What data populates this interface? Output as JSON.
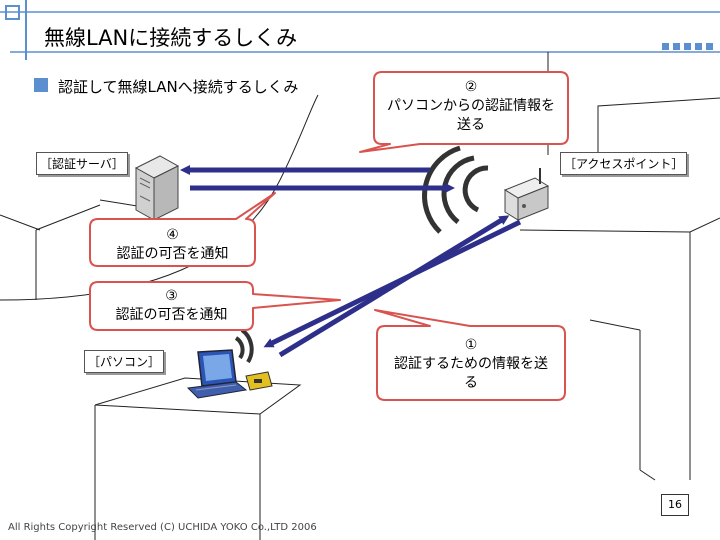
{
  "slide": {
    "title": "無線LANに接続するしくみ",
    "subtitle": "認証して無線LANへ接続するしくみ",
    "page_number": "16",
    "footer": "All Rights Copyright Reserved (C) UCHIDA YOKO Co.,LTD 2006"
  },
  "labels": {
    "server": "［認証サーバ］",
    "access_point": "［アクセスポイント］",
    "pc": "［パソコン］"
  },
  "bubbles": {
    "step2": {
      "num": "②",
      "line1": "パソコンからの認証情報を",
      "line2": "送る"
    },
    "step4": {
      "num": "④",
      "line1": "認証の可否を通知"
    },
    "step3": {
      "num": "③",
      "line1": "認証の可否を通知"
    },
    "step1": {
      "num": "①",
      "line1": "認証するための情報を送",
      "line2": "る"
    }
  },
  "colors": {
    "accent": "#5b8fd0",
    "arrow": "#2d2f8a",
    "bubble_border": "#d9534f"
  }
}
